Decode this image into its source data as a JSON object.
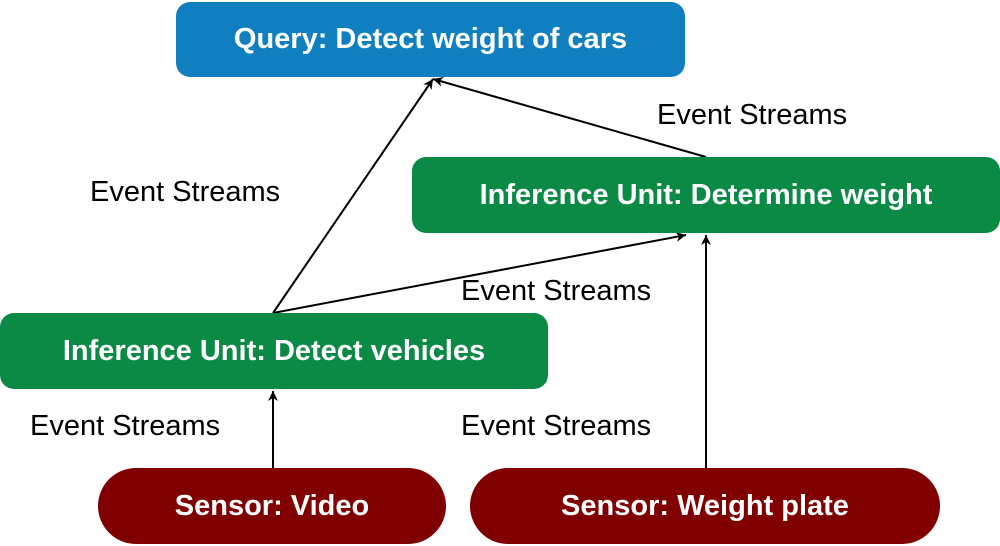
{
  "diagram": {
    "colors": {
      "query": "#0f7fc0",
      "inference": "#0a8a45",
      "sensor": "#800000",
      "edge": "#000000"
    },
    "nodes": {
      "query": {
        "label": "Query: Detect weight of cars"
      },
      "determine_weight": {
        "label": "Inference Unit: Determine weight"
      },
      "detect_vehicles": {
        "label": "Inference Unit: Detect vehicles"
      },
      "sensor_video": {
        "label": "Sensor: Video"
      },
      "sensor_weight_plate": {
        "label": "Sensor: Weight plate"
      }
    },
    "edges": [
      {
        "from": "determine_weight",
        "to": "query",
        "label": "Event Streams"
      },
      {
        "from": "detect_vehicles",
        "to": "query",
        "label": "Event Streams"
      },
      {
        "from": "detect_vehicles",
        "to": "determine_weight",
        "label": "Event Streams"
      },
      {
        "from": "sensor_video",
        "to": "detect_vehicles",
        "label": "Event Streams"
      },
      {
        "from": "sensor_weight_plate",
        "to": "determine_weight",
        "label": "Event Streams"
      }
    ]
  }
}
